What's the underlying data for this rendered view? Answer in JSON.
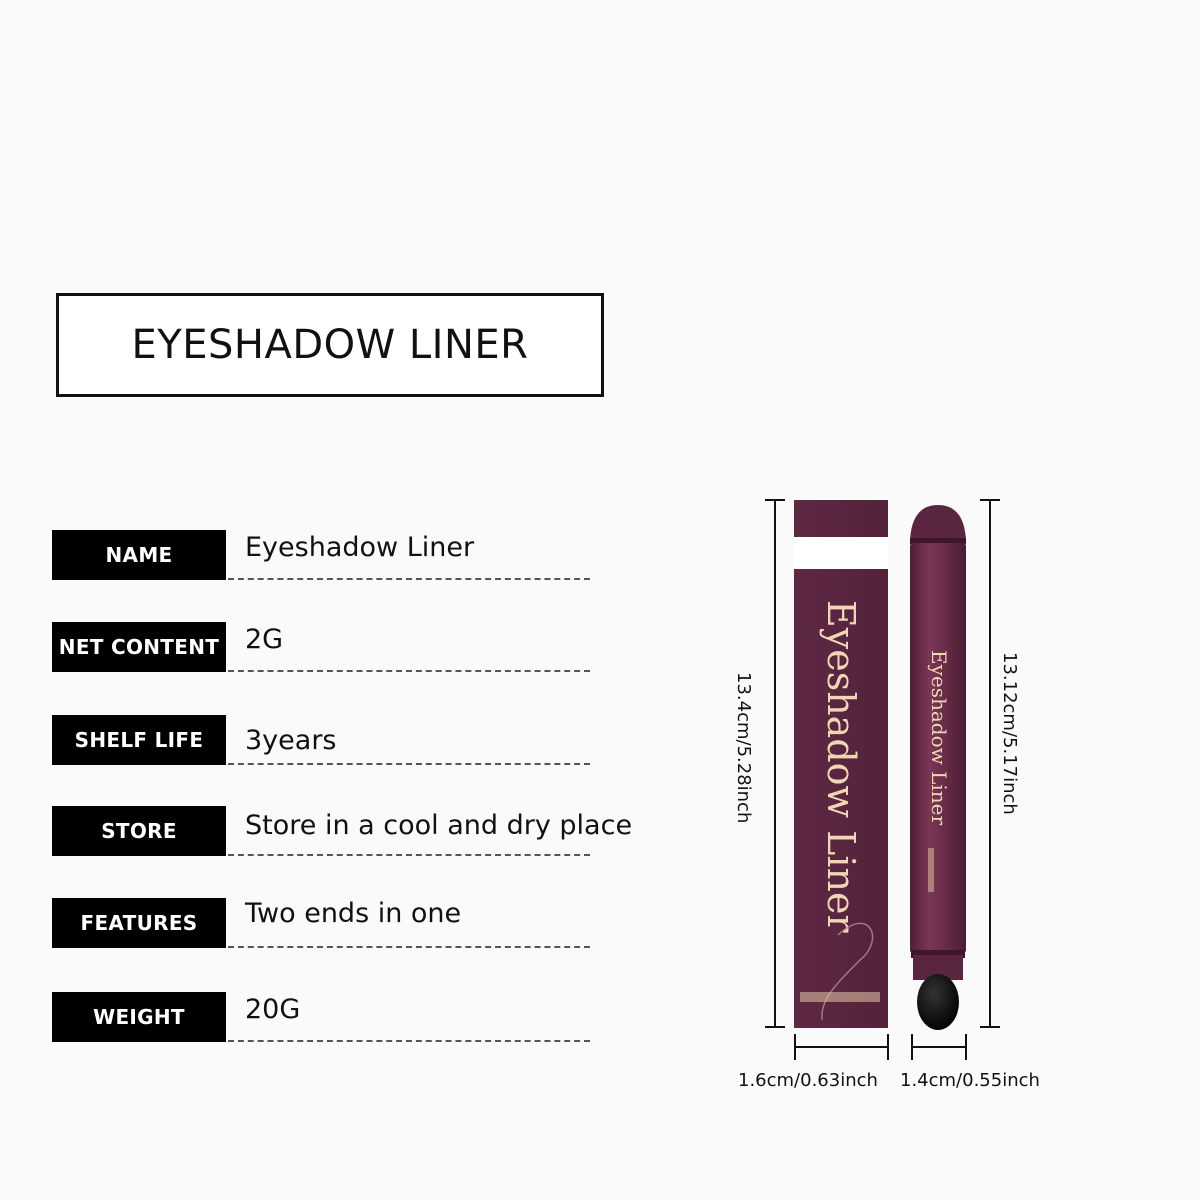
{
  "title": "EYESHADOW LINER",
  "specs": [
    {
      "label": "NAME",
      "value": "Eyeshadow Liner"
    },
    {
      "label": "NET  CONTENT",
      "value": "2G"
    },
    {
      "label": "SHELF LIFE",
      "value": "3years"
    },
    {
      "label": "STORE",
      "value": "Store in a cool and dry place"
    },
    {
      "label": "FEATURES",
      "value": "Two ends in one"
    },
    {
      "label": "WEIGHT",
      "value": "20G"
    }
  ],
  "product": {
    "box_text": "Eyeshadow Liner",
    "pencil_text": "Eyeshadow Liner",
    "box_height_label": "13.4cm/5.28inch",
    "pencil_height_label": "13.12cm/5.17inch",
    "box_width_label": "1.6cm/0.63inch",
    "pencil_width_label": "1.4cm/0.55inch"
  },
  "colors": {
    "box": "#5a2640",
    "pencil": "#6a2d49",
    "text_gold": "#f0d6b4",
    "label_bg": "#000000"
  }
}
